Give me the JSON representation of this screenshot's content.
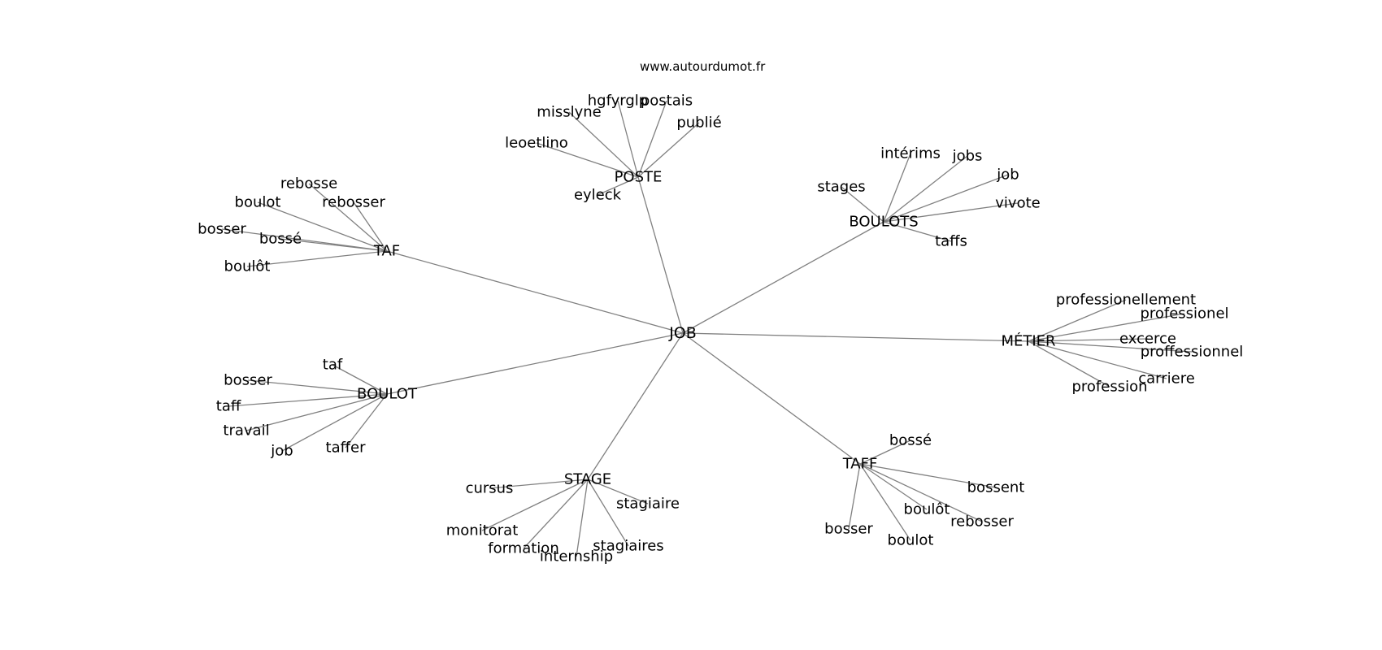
{
  "watermark": "www.autourdumot.fr",
  "root": "JOB",
  "groups": [
    {
      "word": "POSTE",
      "children": [
        "hgfyrglp",
        "postais",
        "misslyne",
        "publié",
        "leoetlino",
        "eyleck"
      ]
    },
    {
      "word": "BOULOTS",
      "children": [
        "intérims",
        "jobs",
        "stages",
        "job",
        "vivote",
        "taffs"
      ]
    },
    {
      "word": "TAF",
      "children": [
        "rebosse",
        "boulot",
        "rebosser",
        "bosser",
        "bossé",
        "boulôt"
      ]
    },
    {
      "word": "MÉTIER",
      "children": [
        "professionellement",
        "professionel",
        "excerce",
        "proffessionnel",
        "carriere",
        "profession"
      ]
    },
    {
      "word": "BOULOT",
      "children": [
        "taf",
        "bosser",
        "taff",
        "travail",
        "job",
        "taffer"
      ]
    },
    {
      "word": "TAFF",
      "children": [
        "bossé",
        "bossent",
        "boulôt",
        "rebosser",
        "bosser",
        "boulot"
      ]
    },
    {
      "word": "STAGE",
      "children": [
        "cursus",
        "stagiaire",
        "monitorat",
        "stagiaires",
        "formation",
        "internship"
      ]
    }
  ]
}
